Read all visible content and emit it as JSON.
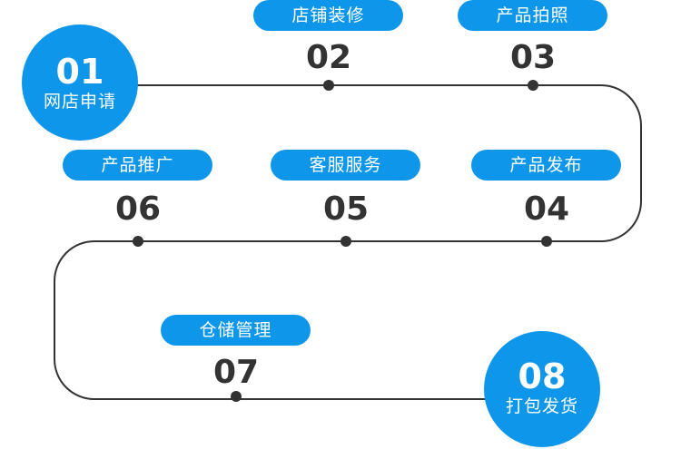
{
  "accent_color": "#0e96ea",
  "line_color": "#333333",
  "steps": [
    {
      "num": "01",
      "label": "网店申请"
    },
    {
      "num": "02",
      "label": "店铺装修"
    },
    {
      "num": "03",
      "label": "产品拍照"
    },
    {
      "num": "04",
      "label": "产品发布"
    },
    {
      "num": "05",
      "label": "客服服务"
    },
    {
      "num": "06",
      "label": "产品推广"
    },
    {
      "num": "07",
      "label": "仓储管理"
    },
    {
      "num": "08",
      "label": "打包发货"
    }
  ]
}
